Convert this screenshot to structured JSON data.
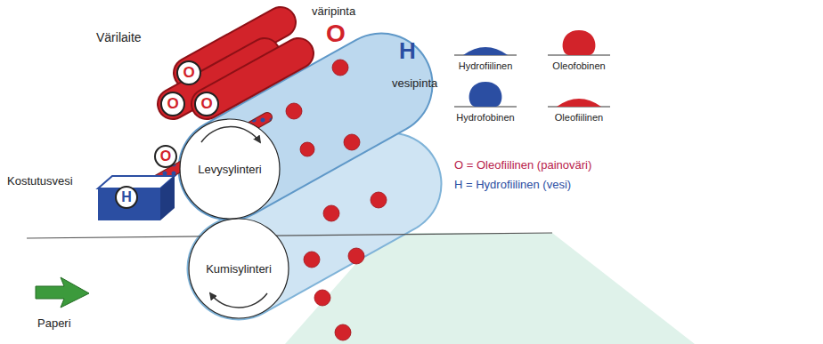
{
  "diagram": {
    "nodes": [
      {
        "text": [
          "O"
        ]
      },
      {
        "text": [
          "O"
        ]
      },
      {
        "text": [
          "O"
        ]
      },
      {
        "text": [
          "O"
        ]
      },
      {
        "text": [
          "H"
        ]
      },
      {
        "text": [
          "Levysylinteri"
        ]
      },
      {
        "text": [
          "Kumisylinteri"
        ]
      }
    ],
    "labels": [
      "Värilaite",
      "väripinta",
      "O",
      "H",
      "vesipinta",
      "Kostutusvesi",
      "Paperi",
      "Hydrofiilinen",
      "Oleofobinen",
      "Hydrofobinen",
      "Oleofiilinen",
      "O = Oleofiilinen (painoväri)",
      "H = Hydrofiilinen (vesi)"
    ]
  }
}
